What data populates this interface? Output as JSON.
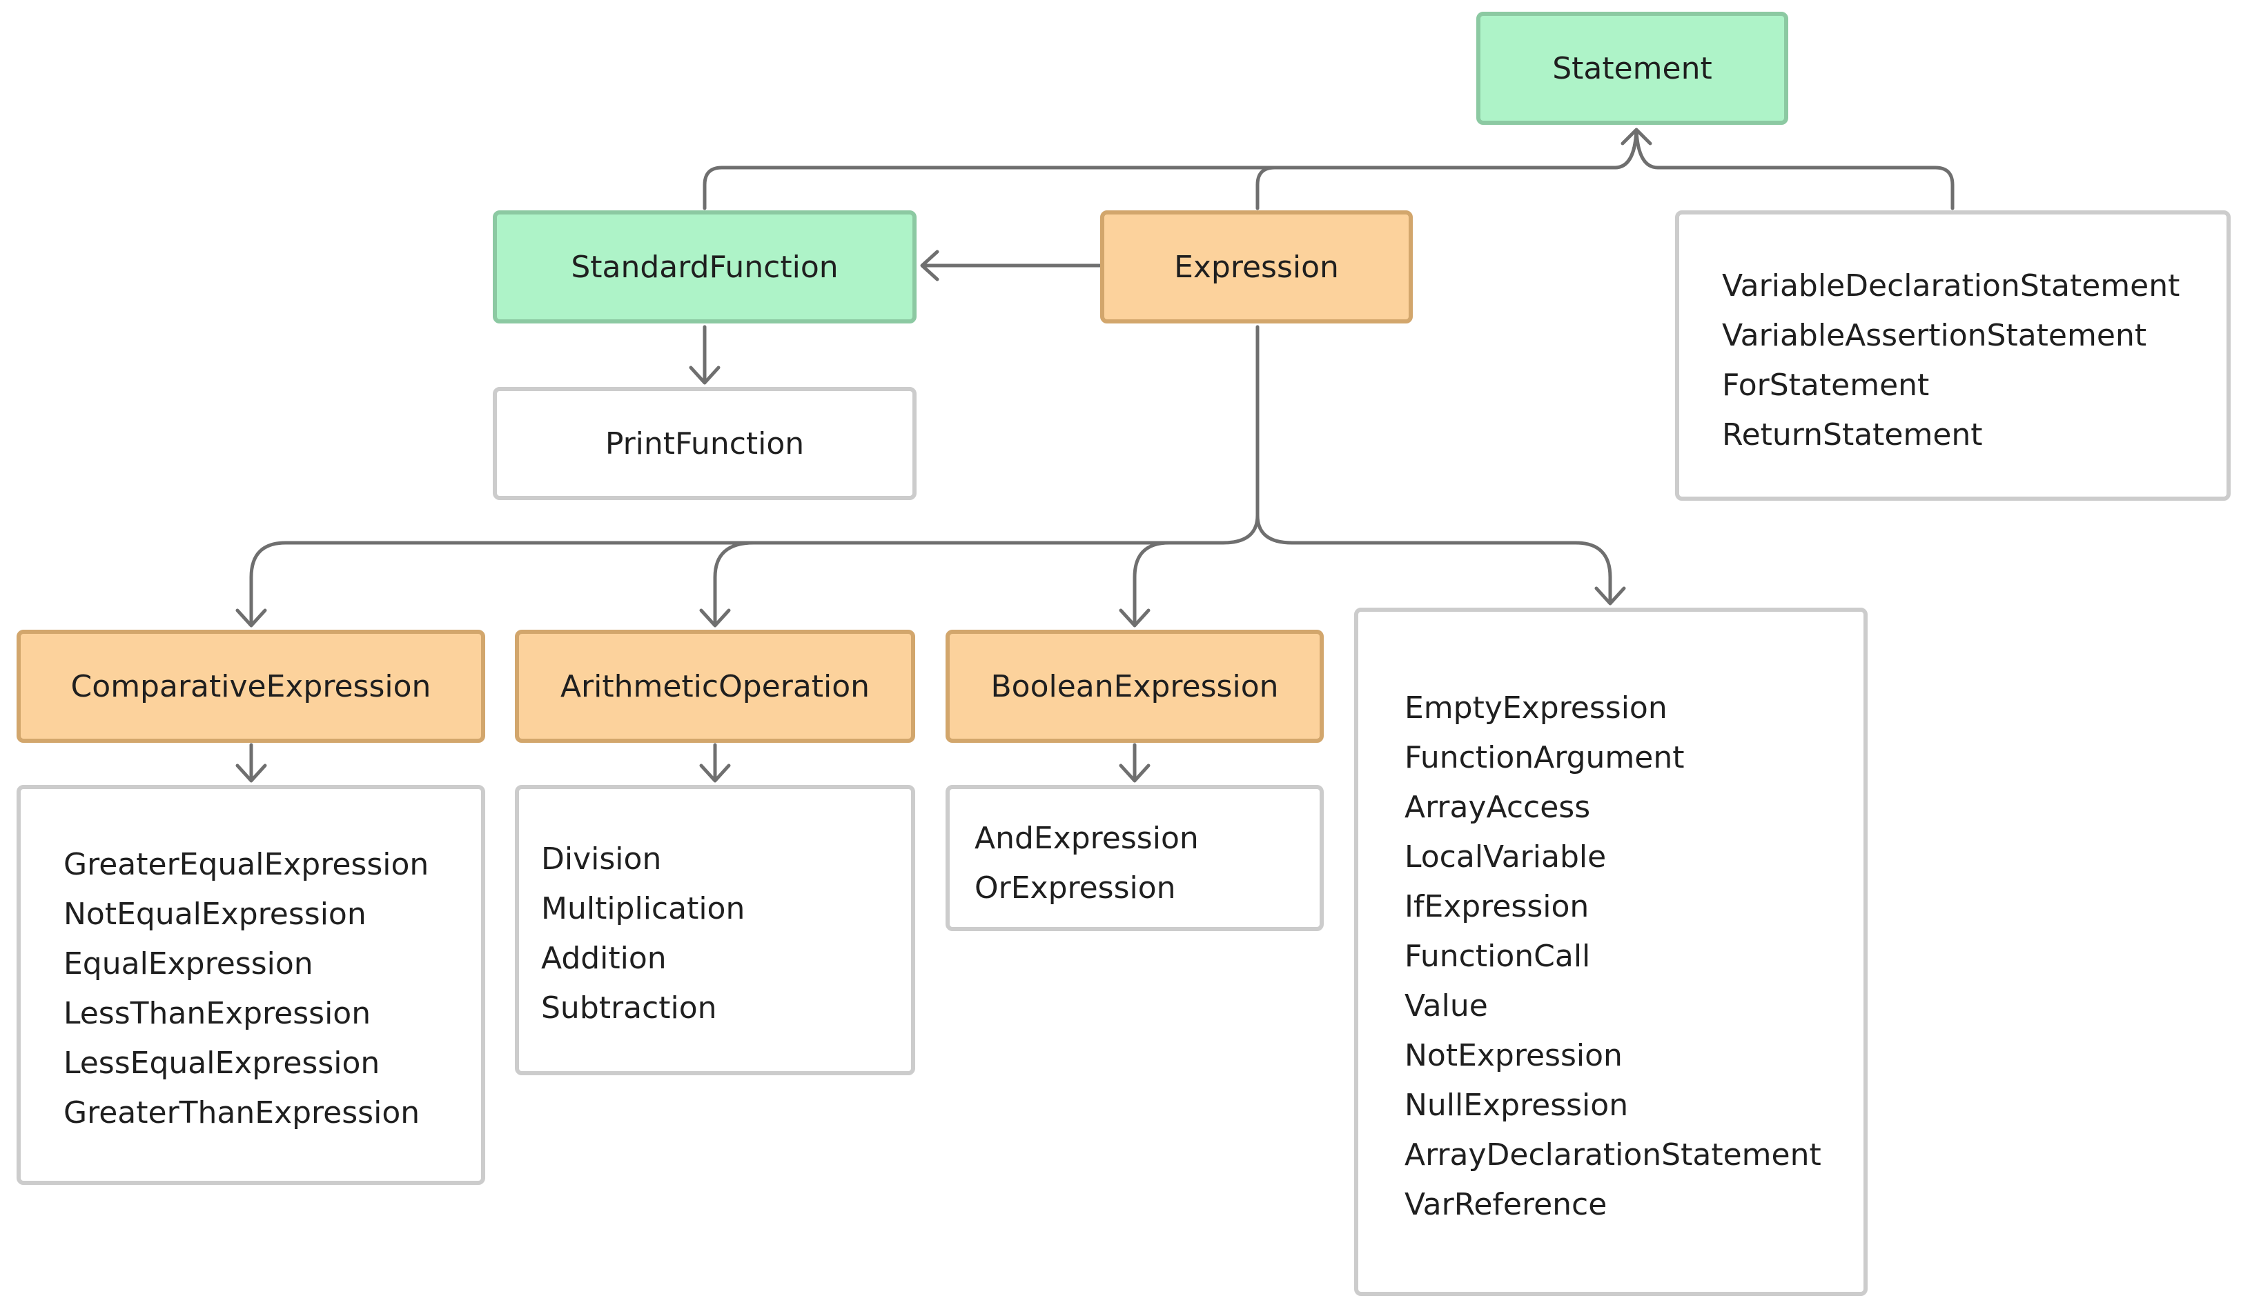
{
  "nodes": {
    "statement": "Statement",
    "standard_function": "StandardFunction",
    "expression": "Expression",
    "print_function": "PrintFunction",
    "comparative_expression": "ComparativeExpression",
    "arithmetic_operation": "ArithmeticOperation",
    "boolean_expression": "BooleanExpression"
  },
  "lists": {
    "statement_kinds": [
      "VariableDeclarationStatement",
      "VariableAssertionStatement",
      "ForStatement",
      "ReturnStatement"
    ],
    "comparative_kinds": [
      "GreaterEqualExpression",
      "NotEqualExpression",
      "EqualExpression",
      "LessThanExpression",
      "LessEqualExpression",
      "GreaterThanExpression"
    ],
    "arithmetic_kinds": [
      "Division",
      "Multiplication",
      "Addition",
      "Subtraction"
    ],
    "boolean_kinds": [
      "AndExpression",
      "OrExpression"
    ],
    "expression_kinds": [
      "EmptyExpression",
      "FunctionArgument",
      "ArrayAccess",
      "LocalVariable",
      "IfExpression",
      "FunctionCall",
      "Value",
      "NotExpression",
      "NullExpression",
      "ArrayDeclarationStatement",
      "VarReference"
    ]
  },
  "colors": {
    "green_fill": "#aef3c8",
    "green_border": "#8cc9a2",
    "orange_fill": "#fcd29c",
    "orange_border": "#d2a66c",
    "plain_border": "#cccccc",
    "edge": "#6f6f6f"
  }
}
